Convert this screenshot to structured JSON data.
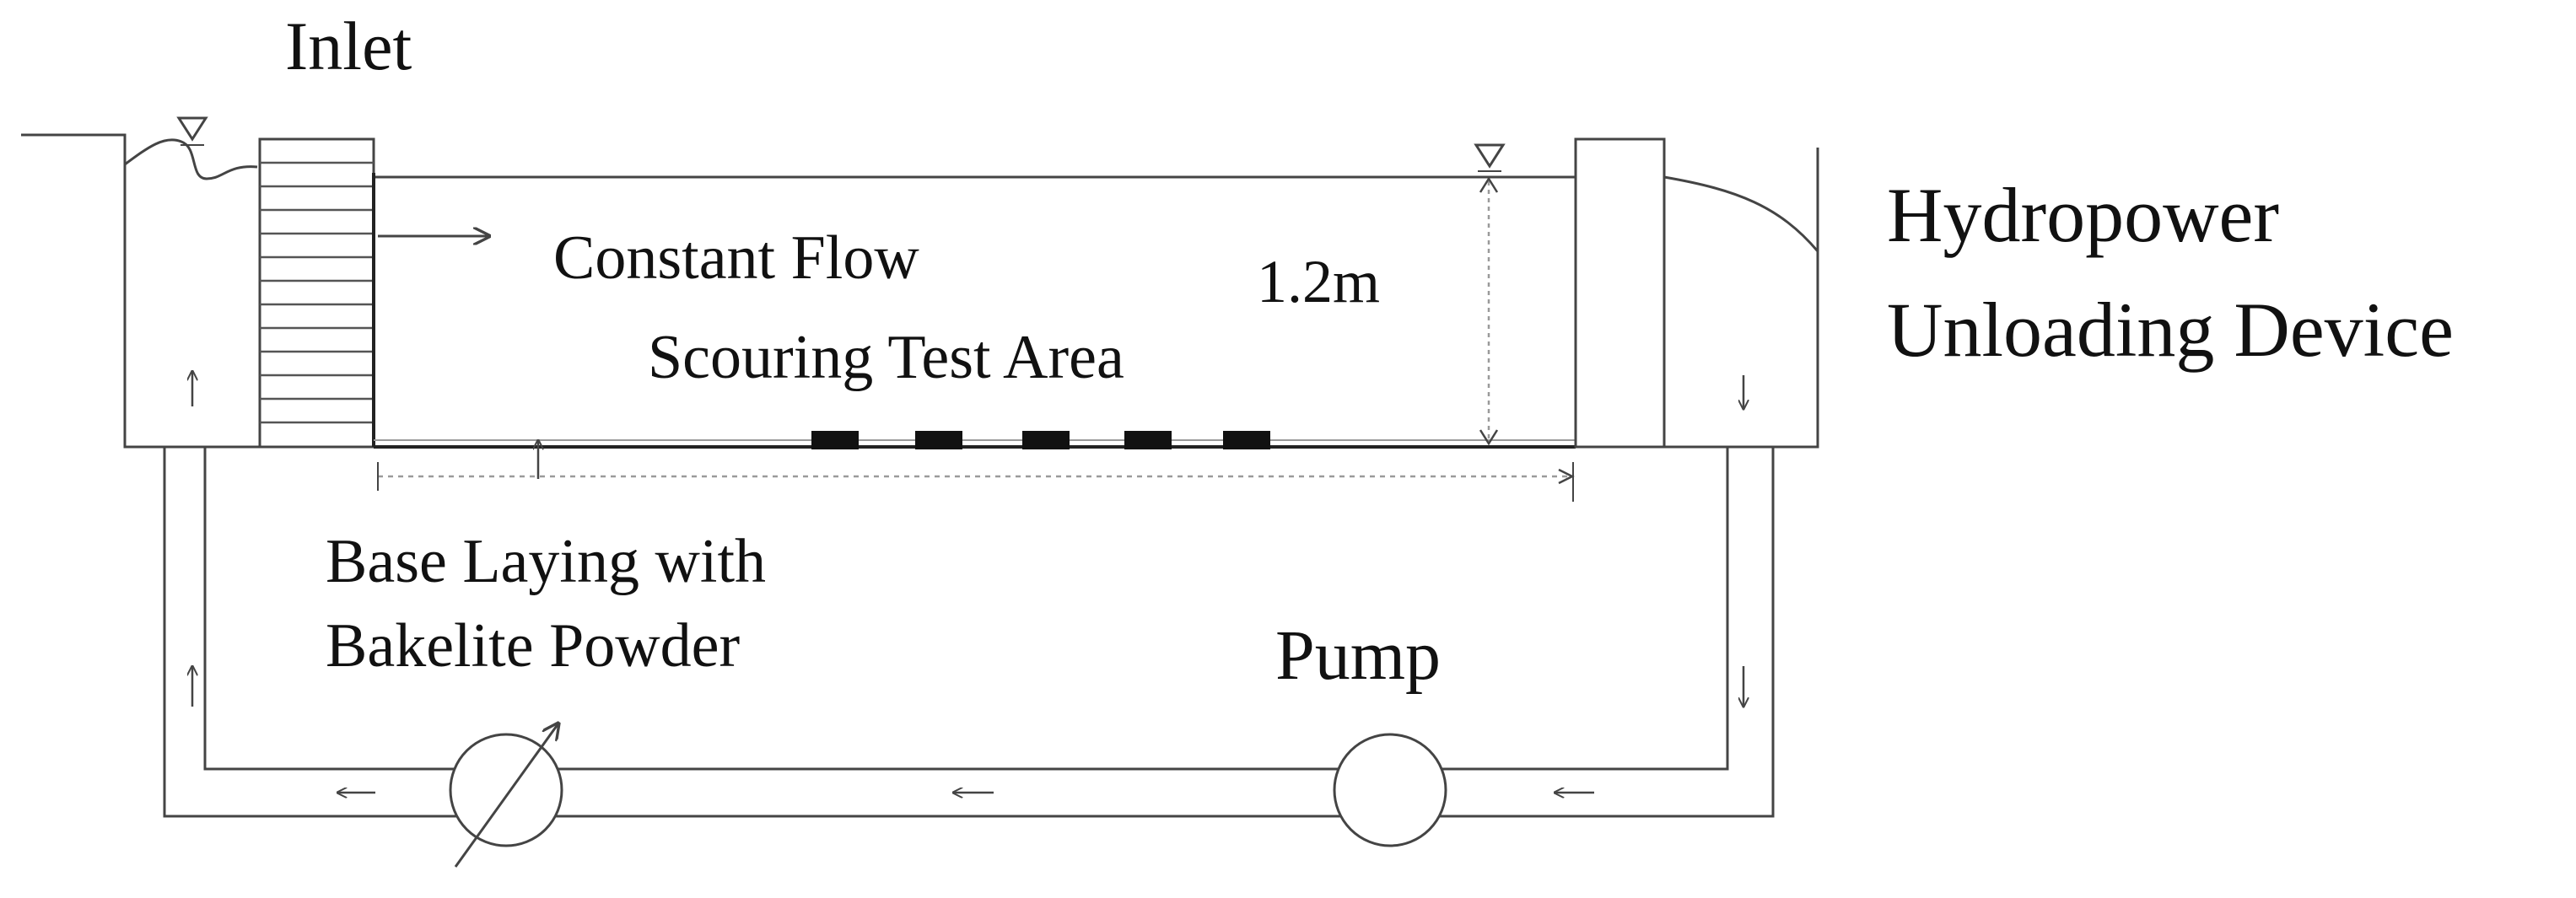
{
  "labels": {
    "inlet": "Inlet",
    "constant_flow": "Constant Flow",
    "scouring_test_area": "Scouring Test Area",
    "depth": "1.2m",
    "hydropower_line1": "Hydropower",
    "hydropower_line2": "Unloading Device",
    "base_line1": "Base Laying with",
    "base_line2": "Bakelite Powder",
    "pump": "Pump"
  },
  "colors": {
    "line": "#444444",
    "block": "#111111",
    "text": "#111111"
  },
  "icons": {
    "water_level": "triangle-down-water-level-icon",
    "flow_arrow": "arrow-icon",
    "valve": "valve-icon",
    "pump": "pump-icon"
  }
}
